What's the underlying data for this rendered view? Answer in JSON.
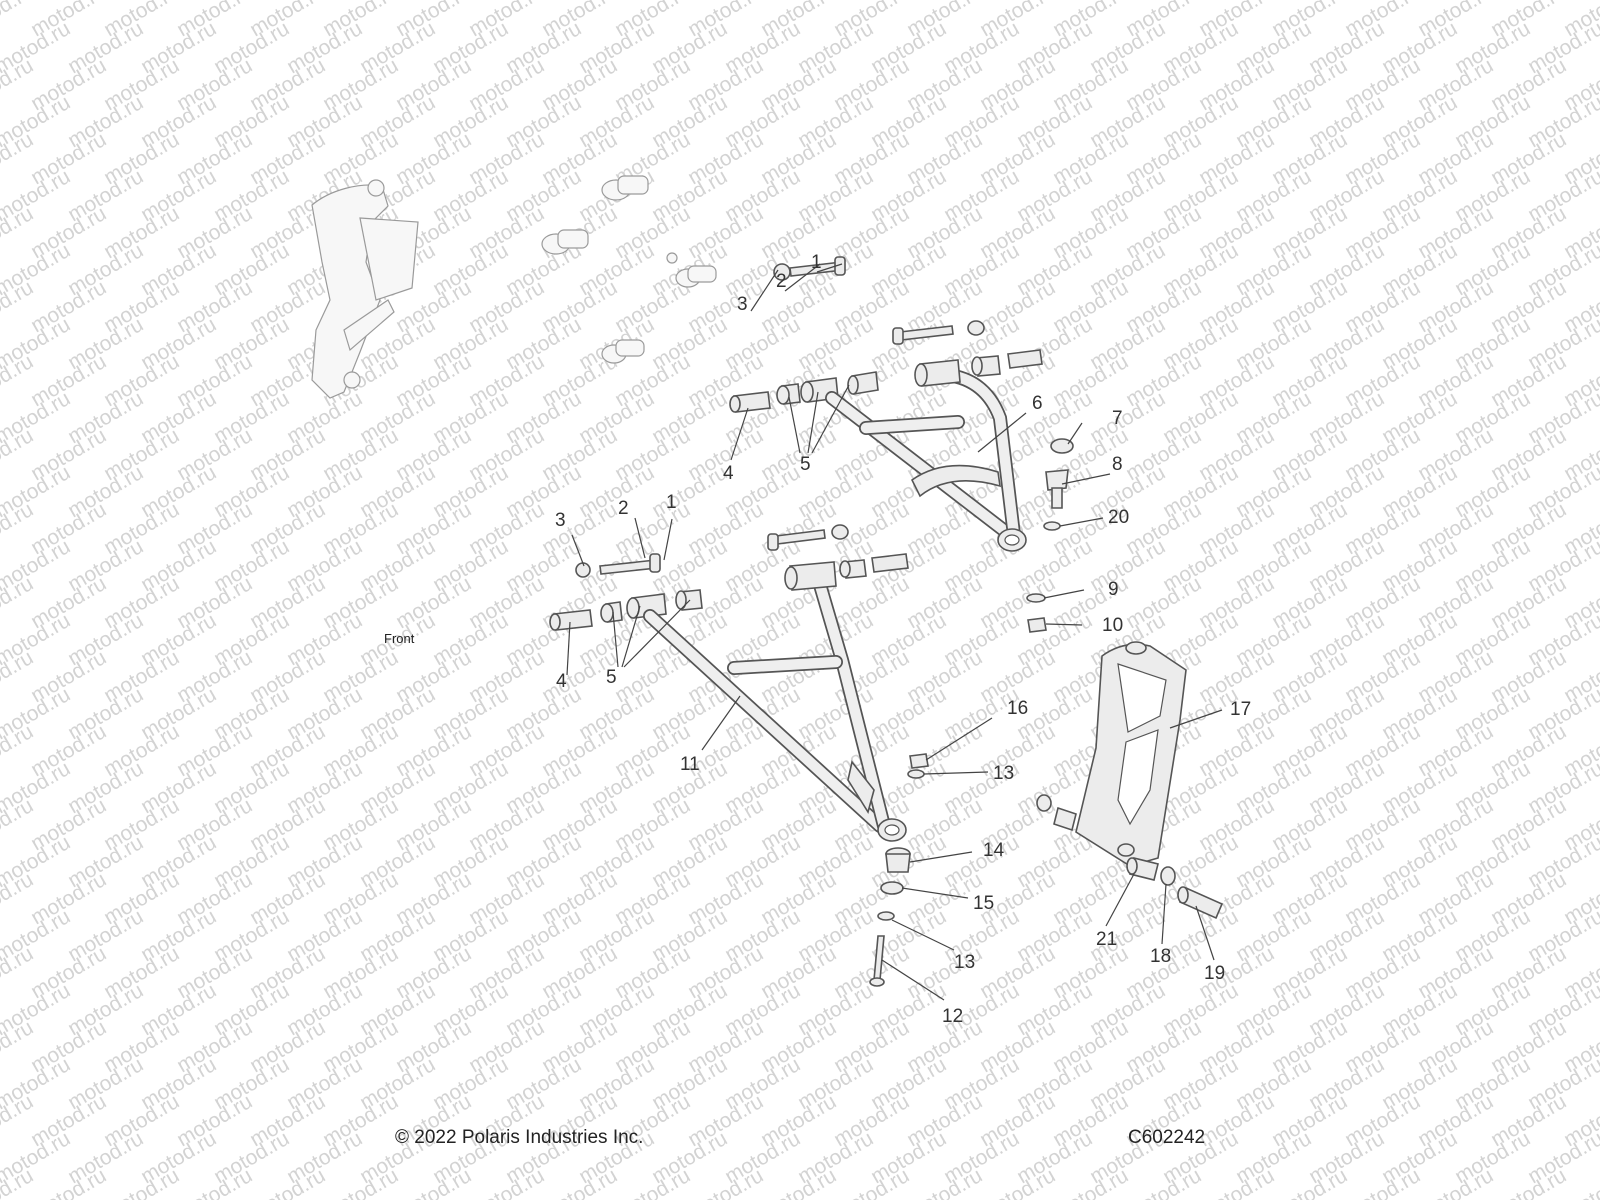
{
  "watermark": "motod.ru",
  "front_label": "Front",
  "copyright": "© 2022 Polaris Industries Inc.",
  "drawing_code": "C602242",
  "callouts": [
    {
      "id": "u1",
      "label": "1"
    },
    {
      "id": "u2",
      "label": "2"
    },
    {
      "id": "u3",
      "label": "3"
    },
    {
      "id": "u4",
      "label": "4"
    },
    {
      "id": "u5",
      "label": "5"
    },
    {
      "id": "u6",
      "label": "6"
    },
    {
      "id": "u7",
      "label": "7"
    },
    {
      "id": "u8",
      "label": "8"
    },
    {
      "id": "u20",
      "label": "20"
    },
    {
      "id": "l1",
      "label": "1"
    },
    {
      "id": "l2",
      "label": "2"
    },
    {
      "id": "l3",
      "label": "3"
    },
    {
      "id": "l4",
      "label": "4"
    },
    {
      "id": "l5",
      "label": "5"
    },
    {
      "id": "l9",
      "label": "9"
    },
    {
      "id": "l10",
      "label": "10"
    },
    {
      "id": "l11",
      "label": "11"
    },
    {
      "id": "l16",
      "label": "16"
    },
    {
      "id": "l13a",
      "label": "13"
    },
    {
      "id": "l14",
      "label": "14"
    },
    {
      "id": "l15",
      "label": "15"
    },
    {
      "id": "l13b",
      "label": "13"
    },
    {
      "id": "l12",
      "label": "12"
    },
    {
      "id": "l17",
      "label": "17"
    },
    {
      "id": "l21",
      "label": "21"
    },
    {
      "id": "l18",
      "label": "18"
    },
    {
      "id": "l19",
      "label": "19"
    }
  ]
}
